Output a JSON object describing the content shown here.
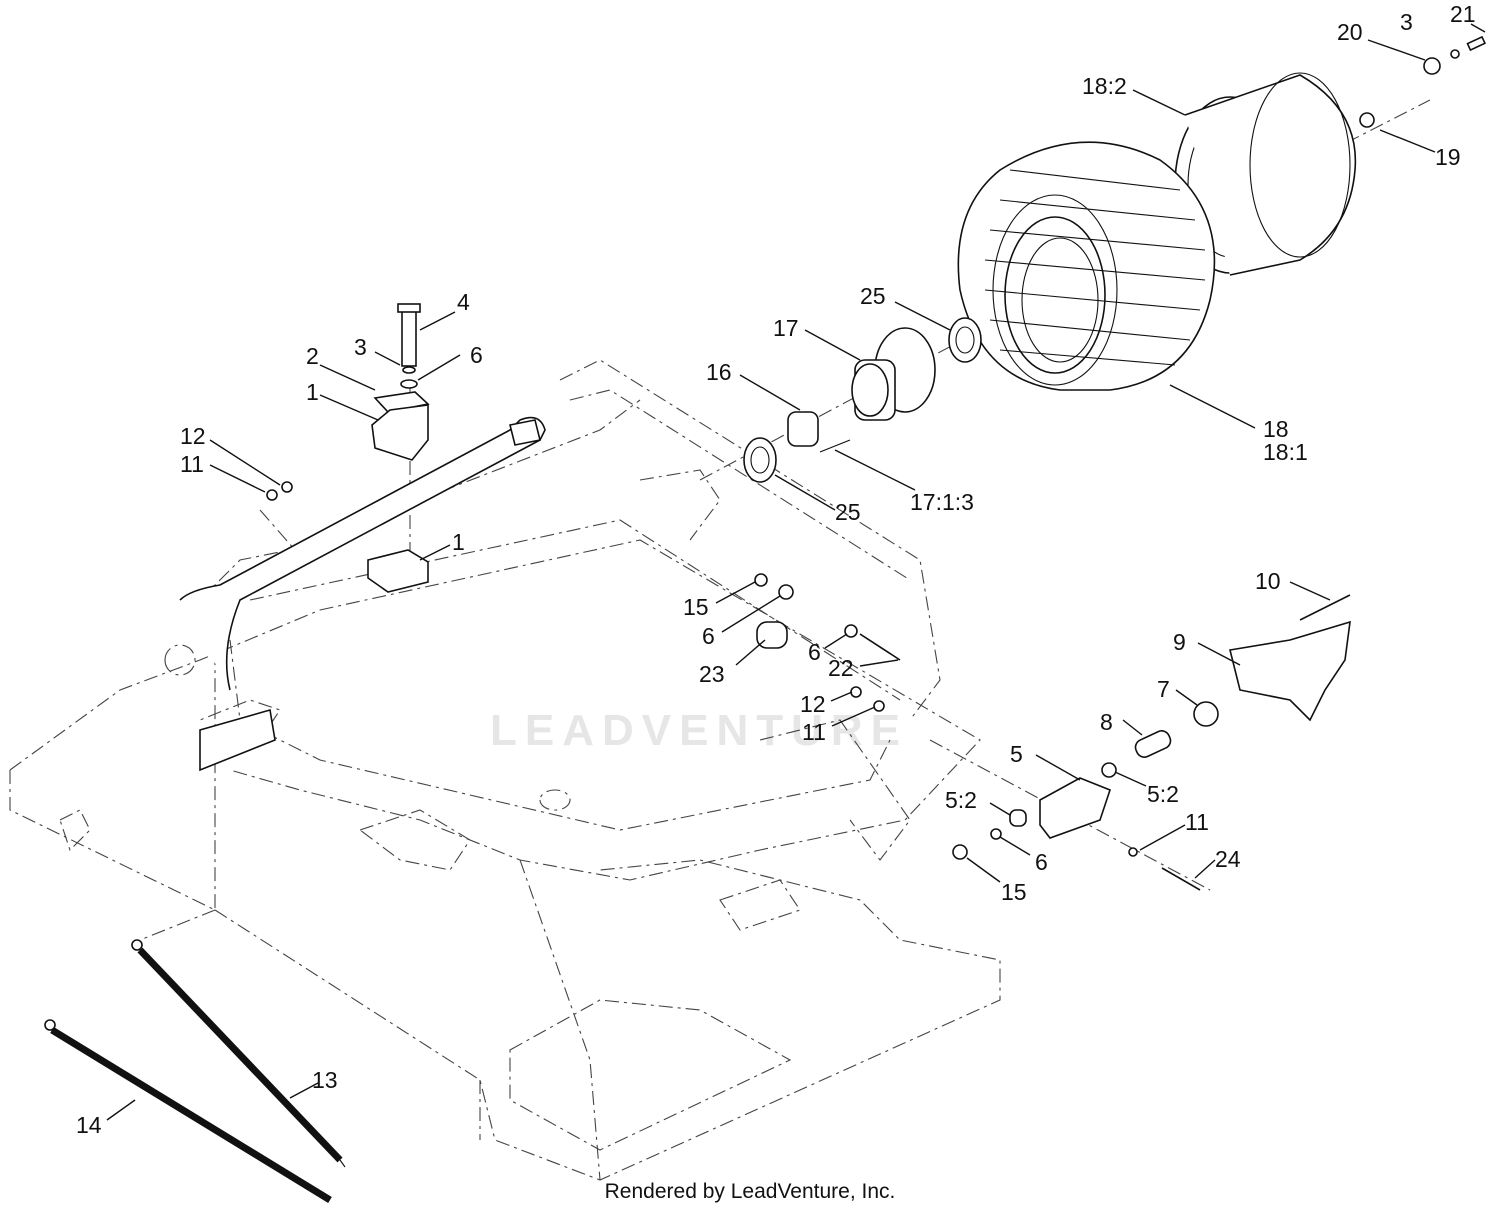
{
  "watermark": "LEADVENTURE",
  "credit": "Rendered by LeadVenture, Inc.",
  "callouts": [
    {
      "id": "c21",
      "text": "21"
    },
    {
      "id": "c3a",
      "text": "3"
    },
    {
      "id": "c20",
      "text": "20"
    },
    {
      "id": "c18_2",
      "text": "18:2"
    },
    {
      "id": "c19",
      "text": "19"
    },
    {
      "id": "c4",
      "text": "4"
    },
    {
      "id": "c25a",
      "text": "25"
    },
    {
      "id": "c2",
      "text": "2"
    },
    {
      "id": "c3b",
      "text": "3"
    },
    {
      "id": "c6a",
      "text": "6"
    },
    {
      "id": "c17",
      "text": "17"
    },
    {
      "id": "c1a",
      "text": "1"
    },
    {
      "id": "c16",
      "text": "16"
    },
    {
      "id": "c12a",
      "text": "12"
    },
    {
      "id": "c11a",
      "text": "11"
    },
    {
      "id": "c18",
      "text": "18"
    },
    {
      "id": "c18_1",
      "text": "18:1"
    },
    {
      "id": "c17_1_3",
      "text": "17:1:3"
    },
    {
      "id": "c25b",
      "text": "25"
    },
    {
      "id": "c1b",
      "text": "1"
    },
    {
      "id": "c10",
      "text": "10"
    },
    {
      "id": "c15a",
      "text": "15"
    },
    {
      "id": "c9",
      "text": "9"
    },
    {
      "id": "c6b",
      "text": "6"
    },
    {
      "id": "c6c",
      "text": "6"
    },
    {
      "id": "c22",
      "text": "22"
    },
    {
      "id": "c23",
      "text": "23"
    },
    {
      "id": "c7",
      "text": "7"
    },
    {
      "id": "c12b",
      "text": "12"
    },
    {
      "id": "c8",
      "text": "8"
    },
    {
      "id": "c11b",
      "text": "11"
    },
    {
      "id": "c5",
      "text": "5"
    },
    {
      "id": "c5_2a",
      "text": "5:2"
    },
    {
      "id": "c5_2b",
      "text": "5:2"
    },
    {
      "id": "c11c",
      "text": "11"
    },
    {
      "id": "c6d",
      "text": "6"
    },
    {
      "id": "c24",
      "text": "24"
    },
    {
      "id": "c15b",
      "text": "15"
    },
    {
      "id": "c13",
      "text": "13"
    },
    {
      "id": "c14",
      "text": "14"
    }
  ]
}
